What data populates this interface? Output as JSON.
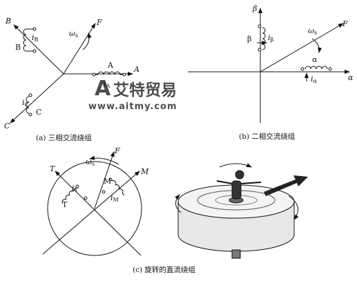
{
  "panel_a": {
    "caption": "(a) 三相交流绕组",
    "axis_A": "A",
    "axis_B": "B",
    "axis_C": "C",
    "axis_F": "F",
    "coil_A": "A",
    "coil_B": "B",
    "coil_C": "C",
    "current_A": "i",
    "current_A_sub": "A",
    "current_B": "i",
    "current_B_sub": "B",
    "current_C": "i",
    "current_C_sub": "C",
    "omega": "ω",
    "omega_sub": "s"
  },
  "panel_b": {
    "caption": "(b) 二相交流绕组",
    "axis_beta": "β",
    "axis_alpha": "α",
    "axis_F": "F",
    "coil_beta": "β",
    "coil_alpha": "α",
    "current_beta": "i",
    "current_beta_sub": "β",
    "current_alpha": "i",
    "current_alpha_sub": "α",
    "omega": "ω",
    "omega_sub": "s"
  },
  "panel_c": {
    "caption": "(c) 旋转的直流绕组",
    "axis_T": "T",
    "axis_M": "M",
    "axis_F": "F",
    "coil_T": "T",
    "coil_M": "M",
    "current_T": "i",
    "current_T_sub": "T",
    "current_M": "i",
    "current_M_sub": "M",
    "omega": "ω",
    "omega_sub": "s"
  },
  "watermark": {
    "brand": "艾特贸易",
    "url": "www.aitmy.com"
  },
  "colors": {
    "watermark": "#e03a3a",
    "ink": "#111111"
  }
}
